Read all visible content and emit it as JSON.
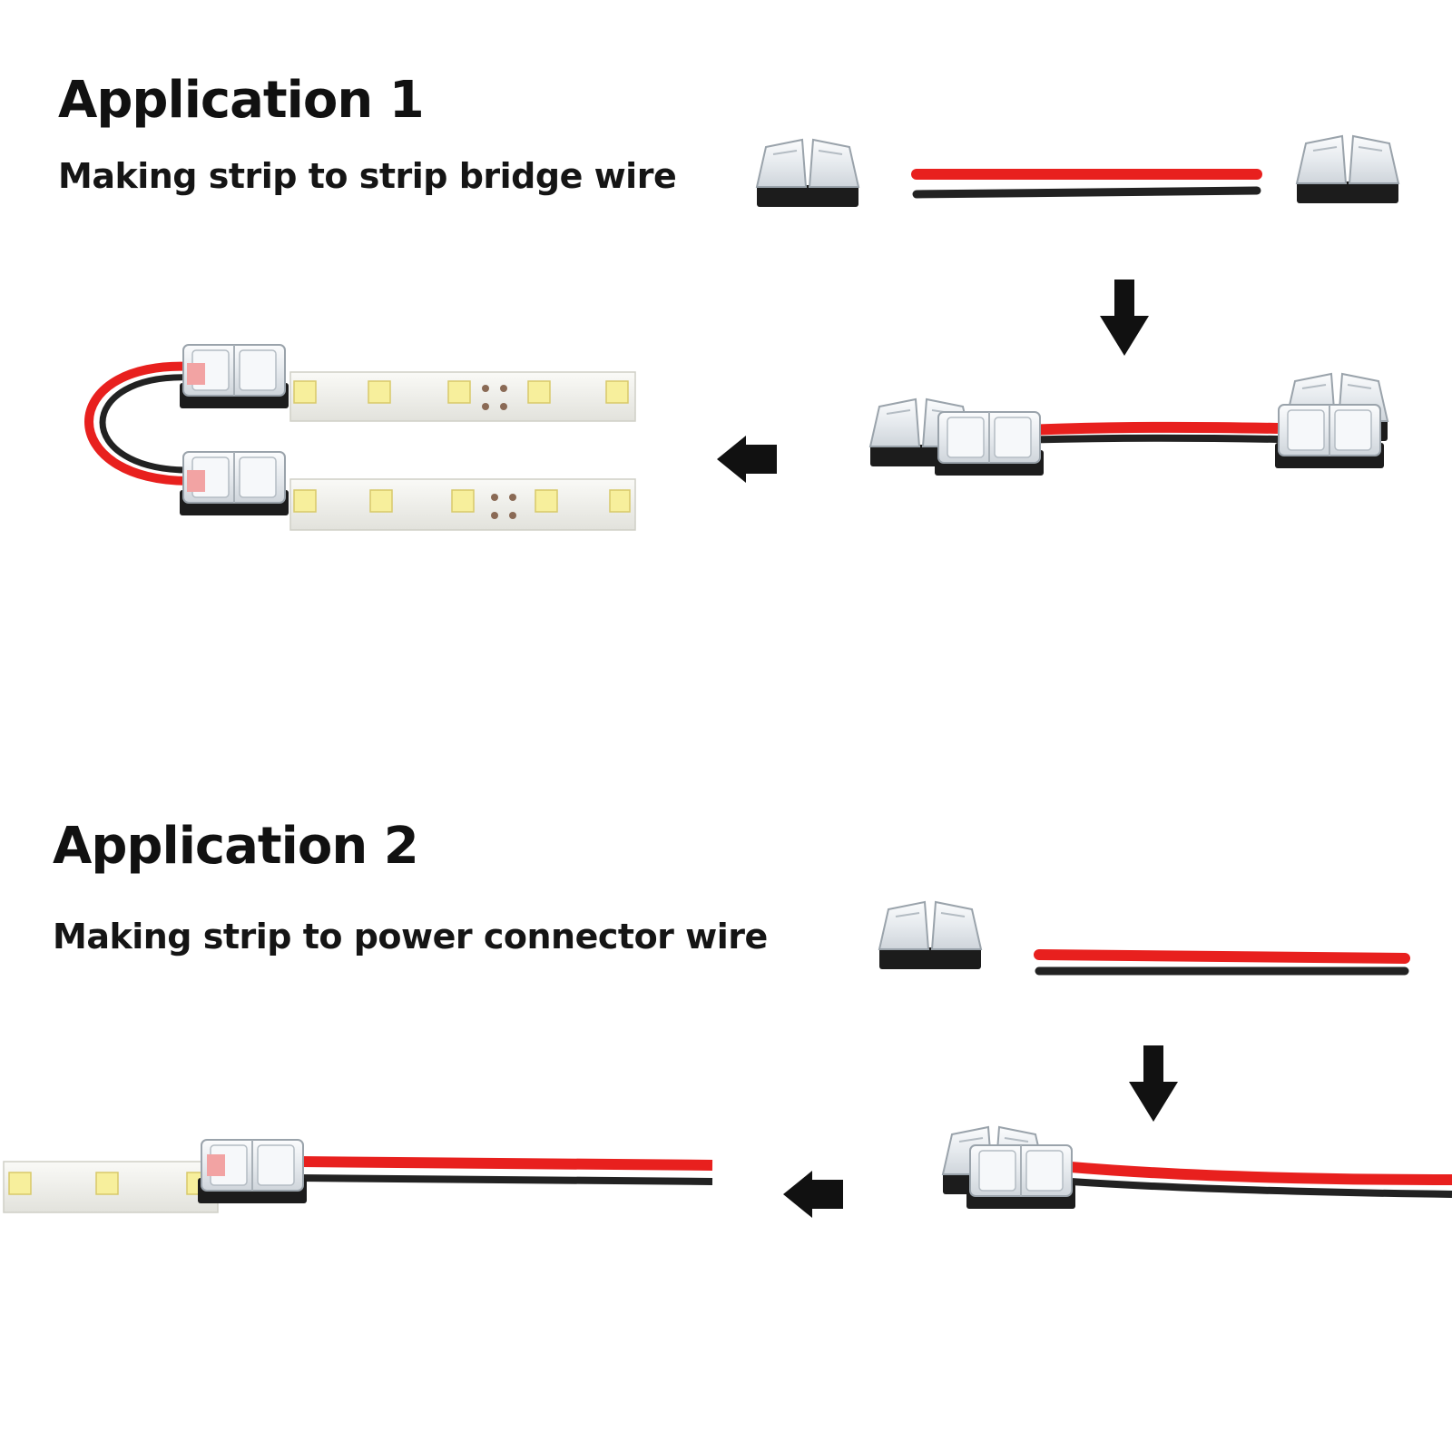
{
  "application_1": {
    "title": "Application 1",
    "subtitle": "Making strip to strip bridge wire"
  },
  "application_2": {
    "title": "Application 2",
    "subtitle": "Making strip to power connector wire"
  },
  "colors": {
    "wire_red": "#e8201e",
    "wire_black": "#222222",
    "connector_clear": "#eef1f4",
    "connector_base": "#1c1c1c",
    "strip_white": "#f4f4f0",
    "led_yellow": "#f7ef9c",
    "arrow": "#111111"
  },
  "icons": [
    "arrow-down-icon",
    "arrow-left-icon"
  ]
}
